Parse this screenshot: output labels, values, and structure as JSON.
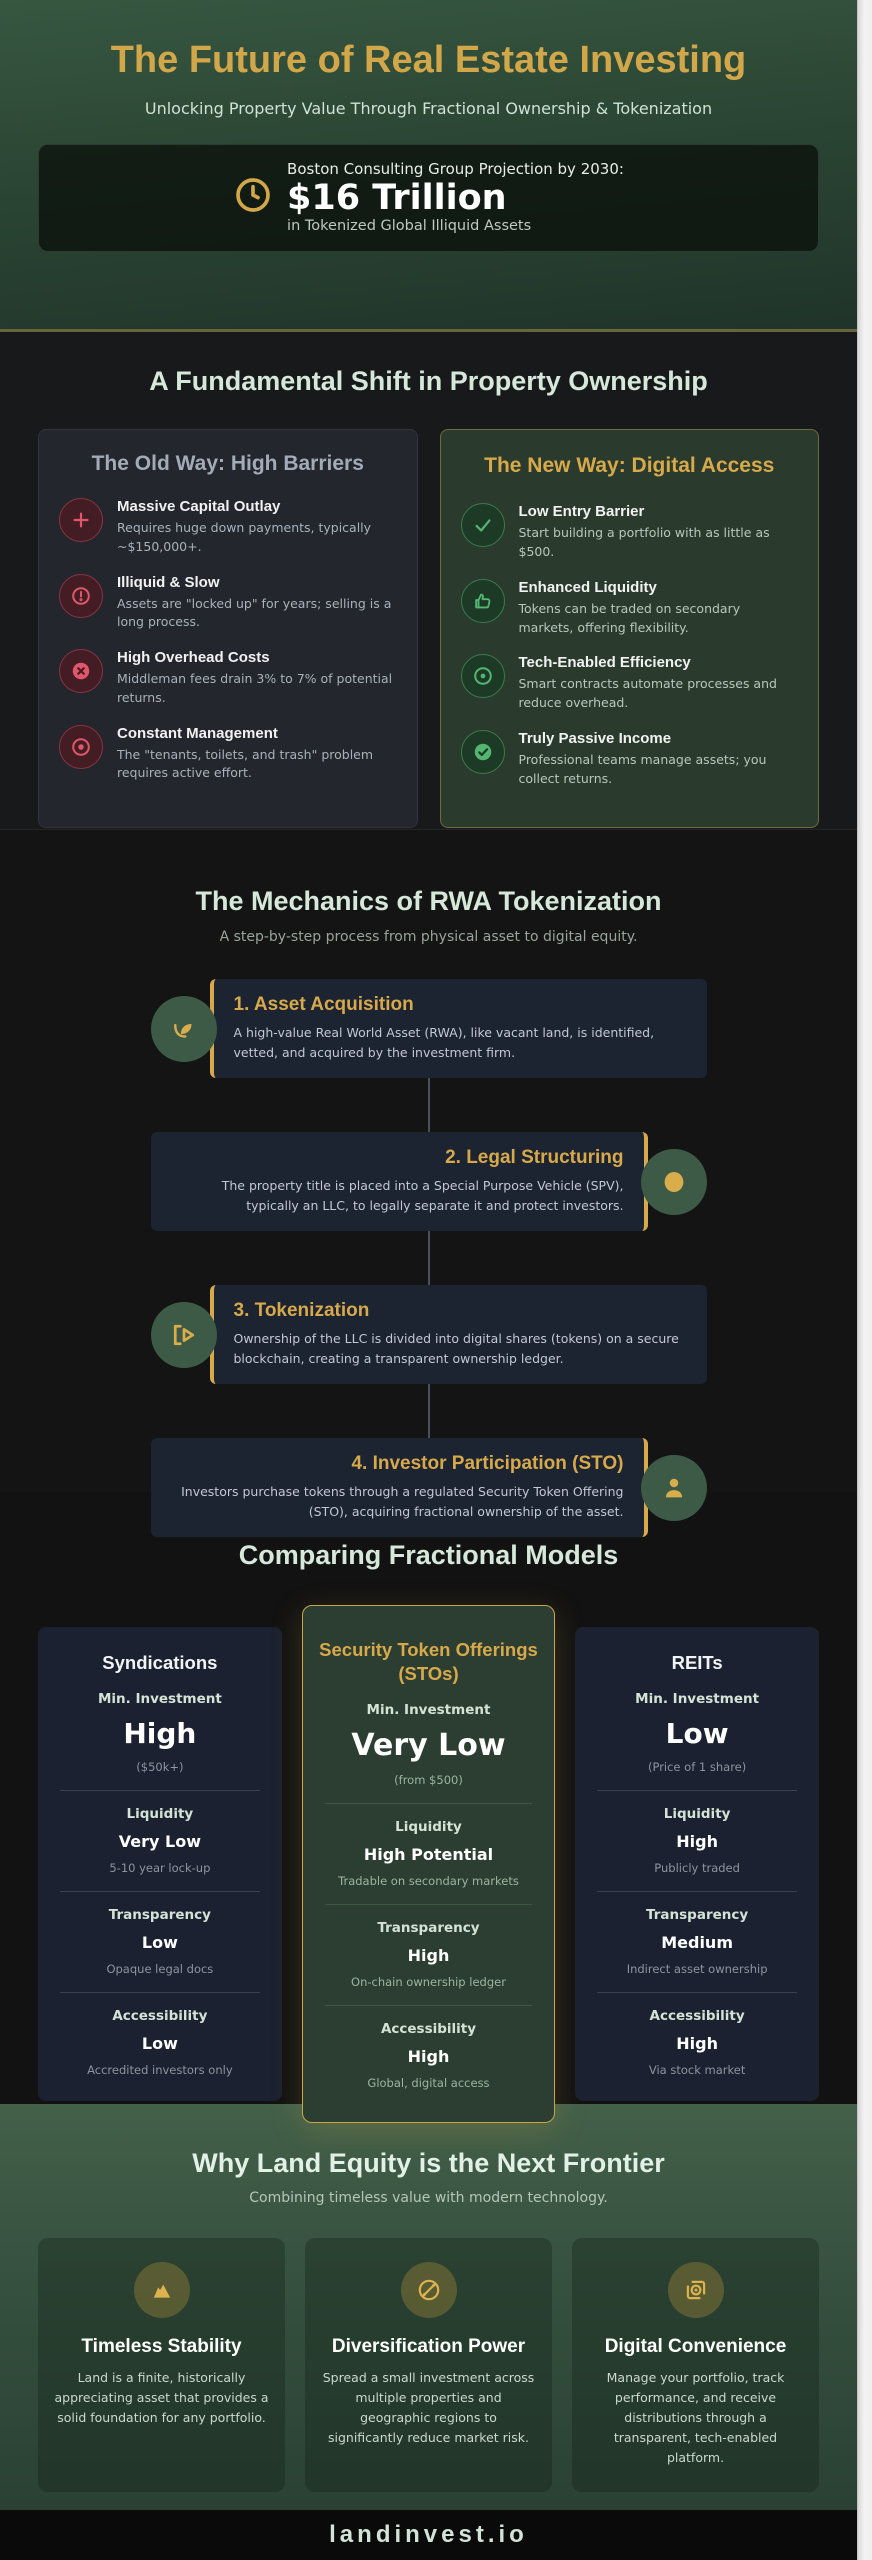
{
  "colors": {
    "accent_gold": "#d2a74a",
    "negative_red": "#e0576b",
    "positive_green": "#54b571",
    "mint_heading": "#d5e8da",
    "hero_green": "#2b4634"
  },
  "hero": {
    "title": "The Future of Real Estate Investing",
    "subtitle": "Unlocking Property Value Through Fractional Ownership & Tokenization",
    "stat_label": "Boston Consulting Group Projection by 2030:",
    "stat_value": "$16 Trillion",
    "stat_subtext": "in Tokenized Global Illiquid Assets",
    "clock_icon": "clock-icon"
  },
  "shift": {
    "heading": "A Fundamental Shift in Property Ownership",
    "old": {
      "title": "The Old Way: High Barriers",
      "items": [
        {
          "icon": "plus-icon",
          "title": "Massive Capital Outlay",
          "desc": "Requires huge down payments, typically ~$150,000+."
        },
        {
          "icon": "alert-circle-icon",
          "title": "Illiquid & Slow",
          "desc": "Assets are \"locked up\" for years; selling is a long process."
        },
        {
          "icon": "x-circle-icon",
          "title": "High Overhead Costs",
          "desc": "Middleman fees drain 3% to 7% of potential returns."
        },
        {
          "icon": "target-icon",
          "title": "Constant Management",
          "desc": "The \"tenants, toilets, and trash\" problem requires active effort."
        }
      ]
    },
    "new": {
      "title": "The New Way: Digital Access",
      "items": [
        {
          "icon": "check-icon",
          "title": "Low Entry Barrier",
          "desc": "Start building a portfolio with as little as $500."
        },
        {
          "icon": "thumbs-up-icon",
          "title": "Enhanced Liquidity",
          "desc": "Tokens can be traded on secondary markets, offering flexibility."
        },
        {
          "icon": "circle-dot-icon",
          "title": "Tech-Enabled Efficiency",
          "desc": "Smart contracts automate processes and reduce overhead."
        },
        {
          "icon": "check-circle-icon",
          "title": "Truly Passive Income",
          "desc": "Professional teams manage assets; you collect returns."
        }
      ]
    }
  },
  "mechanics": {
    "heading": "The Mechanics of RWA Tokenization",
    "subheading": "A step-by-step process from physical asset to digital equity.",
    "steps": [
      {
        "icon": "hand-holding-asset-icon",
        "title": "1. Asset Acquisition",
        "desc": "A high-value Real World Asset (RWA), like vacant land, is identified, vetted, and acquired by the investment firm.",
        "side": "left"
      },
      {
        "icon": "coin-icon",
        "title": "2. Legal Structuring",
        "desc": "The property title is placed into a Special Purpose Vehicle (SPV), typically an LLC, to legally separate it and protect investors.",
        "side": "right"
      },
      {
        "icon": "token-icon",
        "title": "3. Tokenization",
        "desc": "Ownership of the LLC is divided into digital shares (tokens) on a secure blockchain, creating a transparent ownership ledger.",
        "side": "left"
      },
      {
        "icon": "person-icon",
        "title": "4. Investor Participation (STO)",
        "desc": "Investors purchase tokens through a regulated Security Token Offering (STO), acquiring fractional ownership of the asset.",
        "side": "right"
      }
    ]
  },
  "comparison": {
    "heading": "Comparing Fractional Models",
    "columns": [
      {
        "title": "Syndications",
        "featured": false,
        "groups": [
          {
            "label": "Min. Investment",
            "value": "High",
            "note": "($50k+)"
          },
          {
            "label": "Liquidity",
            "value": "Very Low",
            "note": "5-10 year lock-up"
          },
          {
            "label": "Transparency",
            "value": "Low",
            "note": "Opaque legal docs"
          },
          {
            "label": "Accessibility",
            "value": "Low",
            "note": "Accredited investors only"
          }
        ]
      },
      {
        "title": "Security Token Offerings (STOs)",
        "featured": true,
        "groups": [
          {
            "label": "Min. Investment",
            "value": "Very Low",
            "note": "(from $500)"
          },
          {
            "label": "Liquidity",
            "value": "High Potential",
            "note": "Tradable on secondary markets"
          },
          {
            "label": "Transparency",
            "value": "High",
            "note": "On-chain ownership ledger"
          },
          {
            "label": "Accessibility",
            "value": "High",
            "note": "Global, digital access"
          }
        ]
      },
      {
        "title": "REITs",
        "featured": false,
        "groups": [
          {
            "label": "Min. Investment",
            "value": "Low",
            "note": "(Price of 1 share)"
          },
          {
            "label": "Liquidity",
            "value": "High",
            "note": "Publicly traded"
          },
          {
            "label": "Transparency",
            "value": "Medium",
            "note": "Indirect asset ownership"
          },
          {
            "label": "Accessibility",
            "value": "High",
            "note": "Via stock market"
          }
        ]
      }
    ]
  },
  "frontier": {
    "heading": "Why Land Equity is the Next Frontier",
    "subheading": "Combining timeless value with modern technology.",
    "cards": [
      {
        "icon": "mountain-icon",
        "title": "Timeless Stability",
        "desc": "Land is a finite, historically appreciating asset that provides a solid foundation for any portfolio."
      },
      {
        "icon": "diversification-icon",
        "title": "Diversification Power",
        "desc": "Spread a small investment across multiple properties and geographic regions to significantly reduce market risk."
      },
      {
        "icon": "aperture-icon",
        "title": "Digital Convenience",
        "desc": "Manage your portfolio, track performance, and receive distributions through a transparent, tech-enabled platform."
      }
    ]
  },
  "footer": {
    "brand": "landinvest.io"
  }
}
